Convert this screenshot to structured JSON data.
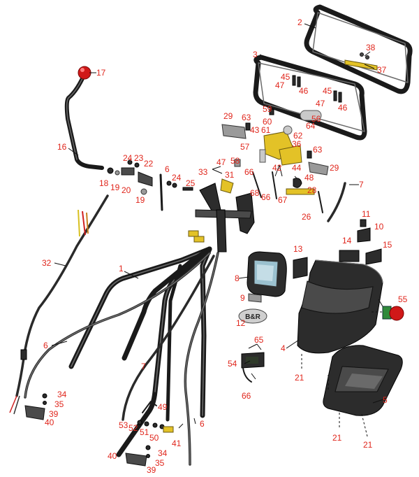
{
  "callouts": {
    "c1": "1",
    "c2": "2",
    "c3": "3",
    "c4": "4",
    "c5": "5",
    "c6a": "6",
    "c6b": "6",
    "c6c": "6",
    "c7a": "7",
    "c7b": "7",
    "c8": "8",
    "c9": "9",
    "c10": "10",
    "c11": "11",
    "c12": "12",
    "c13": "13",
    "c14": "14",
    "c15": "15",
    "c16": "16",
    "c17": "17",
    "c18": "18",
    "c19a": "19",
    "c19b": "19",
    "c20": "20",
    "c21a": "21",
    "c21b": "21",
    "c21c": "21",
    "c22": "22",
    "c23": "23",
    "c24a": "24",
    "c24b": "24",
    "c25": "25",
    "c26": "26",
    "c28": "28",
    "c29a": "29",
    "c29b": "29",
    "c31": "31",
    "c32": "32",
    "c33": "33",
    "c34a": "34",
    "c34b": "34",
    "c35a": "35",
    "c35b": "35",
    "c36": "36",
    "c37": "37",
    "c38": "38",
    "c39a": "39",
    "c39b": "39",
    "c40a": "40",
    "c40b": "40",
    "c41": "41",
    "c42": "42",
    "c43": "43",
    "c44": "44",
    "c45a": "45",
    "c45b": "45",
    "c46a": "46",
    "c46b": "46",
    "c47a": "47",
    "c47b": "47",
    "c47c": "47",
    "c48": "48",
    "c49": "49",
    "c50": "50",
    "c51": "51",
    "c52": "52",
    "c53": "53",
    "c54": "54",
    "c55": "55",
    "c56": "56",
    "c57": "57",
    "c58": "58",
    "c59": "59",
    "c60": "60",
    "c61": "61",
    "c62": "62",
    "c63a": "63",
    "c63b": "63",
    "c64": "64",
    "c65": "65",
    "c66a": "66",
    "c66b": "66",
    "c66c": "66",
    "c67": "67",
    "c68": "68"
  },
  "logo": {
    "text": "B&R"
  },
  "colors": {
    "callout": "#e0261c",
    "accent_yellow": "#e3c227",
    "knob_red": "#d01818"
  }
}
